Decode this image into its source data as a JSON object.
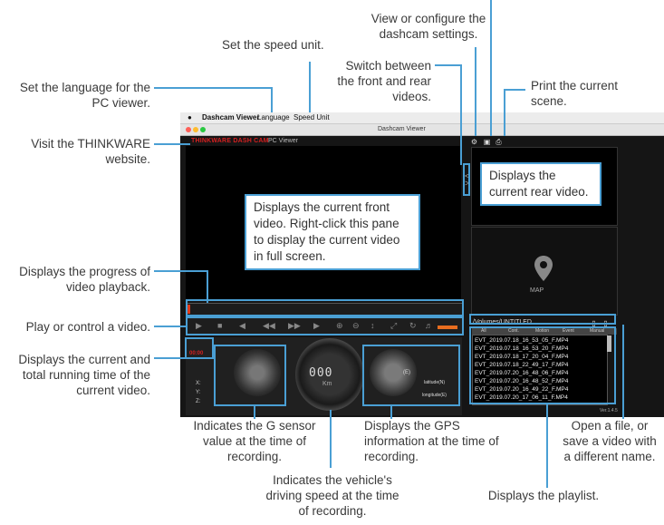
{
  "menubar": {
    "apple": "",
    "app_name": "Dashcam Viewer",
    "language": "Language",
    "speed_unit": "Speed Unit"
  },
  "window": {
    "title": "Dashcam Viewer",
    "brand": "THINKWARE DASH CAM",
    "subtitle": "PC Viewer"
  },
  "player": {
    "elapsed": "00:00",
    "speed_display": "000",
    "speed_unit": "Km",
    "gps_dir": "(E)",
    "latitude_label": "latitude(N)",
    "longitude_label": "longitude(E)",
    "axes": [
      "X:",
      "Y:",
      "Z:"
    ],
    "map_label": "MAP",
    "progress": 0.01
  },
  "playlist": {
    "path": "/Volumes/UNTITLED",
    "headers": [
      "All",
      "Cont.",
      "Motion",
      "Event",
      "Manual"
    ],
    "items": [
      "EVT_2019.07.18_16_53_05_F.MP4",
      "EVT_2019.07.18_16_53_20_F.MP4",
      "EVT_2019.07.18_17_20_04_F.MP4",
      "EVT_2019.07.18_22_49_17_F.MP4",
      "EVT_2019.07.20_16_48_06_F.MP4",
      "EVT_2019.07.20_16_48_52_F.MP4",
      "EVT_2019.07.20_16_49_22_F.MP4",
      "EVT_2019.07.20_17_06_11_F.MP4"
    ],
    "version": "Ver.1.4.5"
  },
  "annotations": {
    "speed_unit": "Set the speed unit.",
    "settings": "View or configure the dashcam settings.",
    "switch": "Switch between the front and rear videos.",
    "print": "Print the current scene.",
    "language": "Set the language for the PC viewer.",
    "website": "Visit the THINKWARE website.",
    "rear_video": "Displays the current rear video.",
    "front_video": "Displays the current front video. Right-click this pane to display the current video in full screen.",
    "progress": "Displays the progress of video playback.",
    "play": "Play or control a video.",
    "time": "Displays the current and total running time of the current video.",
    "gsensor": "Indicates the G sensor value at the time of recording.",
    "gps": "Displays the GPS information at the time of recording.",
    "open_file": "Open a file, or save a video with a different name.",
    "speed": "Indicates the vehicle's driving speed at the time of recording.",
    "playlist": "Displays the playlist."
  },
  "colors": {
    "accent": "#4a9fd4",
    "brand_red": "#d42020",
    "volume": "#e86d1f"
  }
}
